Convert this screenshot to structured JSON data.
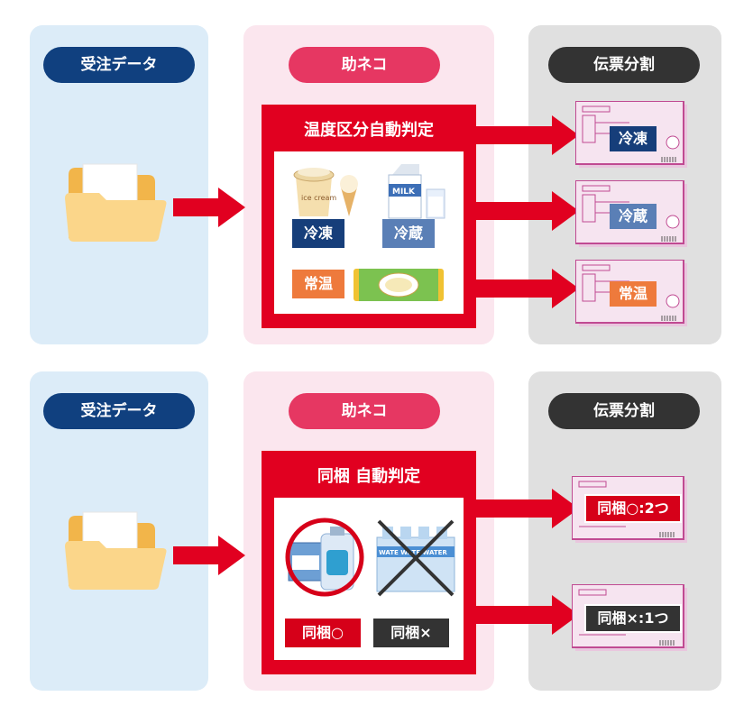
{
  "section1": {
    "order_data_label": "受注データ",
    "suke_neko_label": "助ネコ",
    "slip_split_label": "伝票分割",
    "judge_title": "温度区分自動判定",
    "tags": {
      "frozen": "冷凍",
      "chilled": "冷蔵",
      "ambient": "常温"
    },
    "slips": [
      "冷凍",
      "冷蔵",
      "常温"
    ]
  },
  "section2": {
    "order_data_label": "受注データ",
    "suke_neko_label": "助ネコ",
    "slip_split_label": "伝票分割",
    "judge_title": "同梱  自動判定",
    "tags": {
      "ok": "同梱○",
      "ng": "同梱×"
    },
    "slips": [
      "同梱○:2つ",
      "同梱×:1つ"
    ]
  },
  "colors": {
    "red": "#e10020",
    "navy": "#10407f",
    "rose": "#e63762",
    "dark": "#333333",
    "panel_blue": "#dcecf8",
    "panel_pink": "#fbe6ee",
    "panel_gray": "#e0e0e0"
  },
  "icons": [
    "folder-icon",
    "ice-cream-icon",
    "milk-icon",
    "pasta-icon",
    "detergent-icon",
    "water-bottles-icon",
    "shipping-slip-icon",
    "arrow-right-icon"
  ]
}
